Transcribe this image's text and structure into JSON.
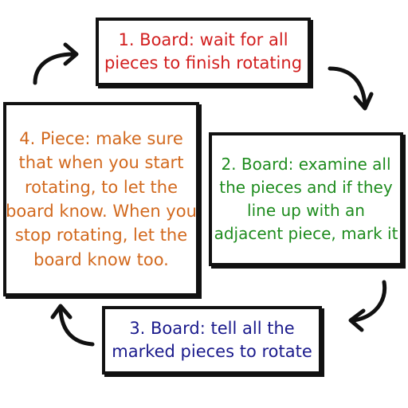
{
  "steps": [
    {
      "lines": [
        "1. Board: wait for all",
        "pieces to finish rotating"
      ],
      "color": "#d21f1f"
    },
    {
      "lines": [
        "2. Board: examine all",
        "the pieces and if they",
        "line up with an",
        "adjacent piece, mark it"
      ],
      "color": "#1e8c1e"
    },
    {
      "lines": [
        "3. Board: tell all the",
        "marked pieces to rotate"
      ],
      "color": "#1a1a8c"
    },
    {
      "lines": [
        "4. Piece: make sure",
        "that when you start",
        "rotating, to let the",
        "board know. When you",
        "stop rotating, let the",
        "board know too."
      ],
      "color": "#d2691e"
    }
  ],
  "arrow_icon": "curved-arrow-icon"
}
